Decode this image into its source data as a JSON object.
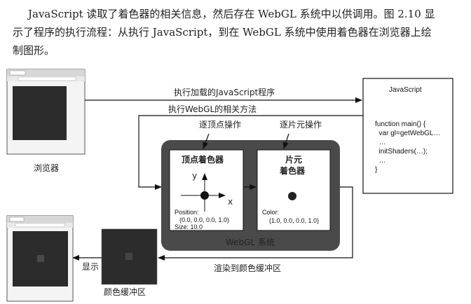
{
  "paragraph": {
    "line1": "JavaScript 读取了着色器的相关信息，然后存在 WebGL 系统中以供调用。图 2.10 显",
    "line2": "示了程序的执行流程：从执行 JavaScript，到在 WebGL 系统中使用着色器在浏览器上绘",
    "line3": "制图形。"
  },
  "arrows": {
    "load_js": "执行加载的JavaScript程序",
    "exec_webgl": "执行WebGL的相关方法",
    "render_to_buffer": "渲染到颜色缓冲区",
    "display": "显示"
  },
  "browser_label": "浏览器",
  "color_buffer_label": "颜色缓冲区",
  "javascript_box": {
    "title": "JavaScript",
    "code": [
      "function main() {",
      "  var gl=getWebGL…",
      "  …",
      "  initShaders(…);",
      "  …",
      "}"
    ]
  },
  "webgl_system": {
    "label": "WebGL 系统",
    "per_vertex": "逐顶点操作",
    "per_fragment": "逐片元操作",
    "vertex_shader": {
      "title": "顶点着色器",
      "axis_y": "y",
      "axis_x": "x",
      "position_label": "Position:",
      "position_value": "(0.0, 0.0, 0.0, 1.0)",
      "size_text": "Size: 10.0"
    },
    "fragment_shader": {
      "title_line1": "片元",
      "title_line2": "着色器",
      "color_label": "Color:",
      "color_value": "(1.0, 0.0, 0.0, 1.0)"
    }
  },
  "colors": {
    "webgl_frame": "#4a4a4a",
    "canvas_bg": "#2c2c2c",
    "dot": "#111111"
  }
}
